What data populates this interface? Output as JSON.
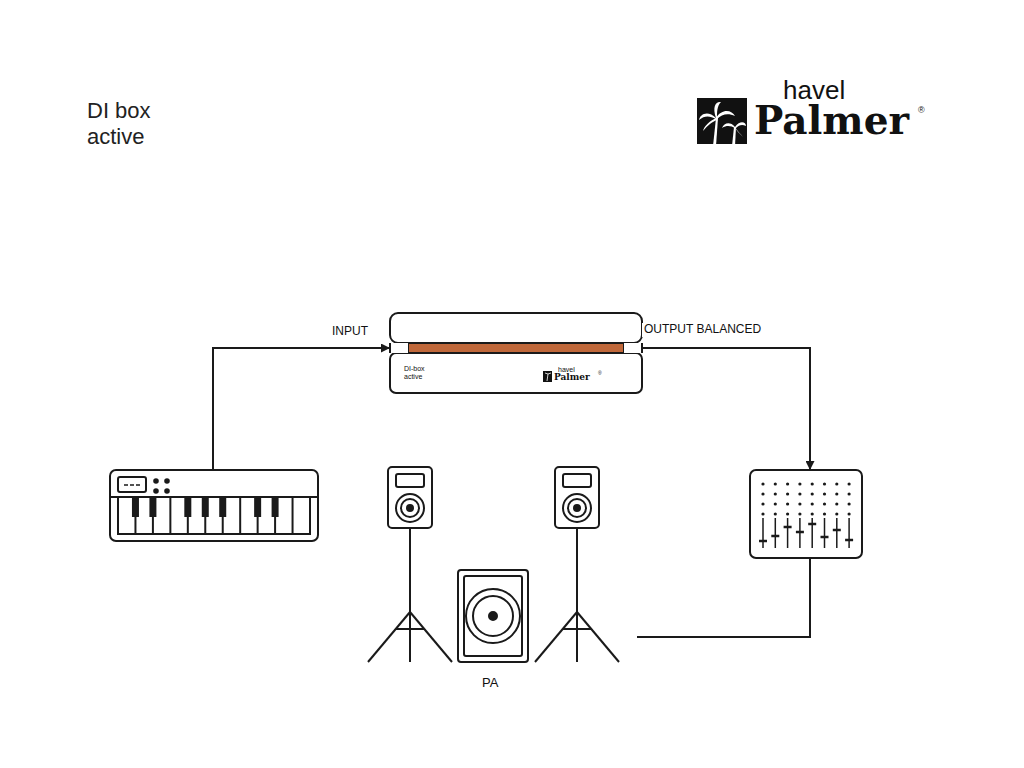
{
  "diagram": {
    "title": "DI box active",
    "nodes": [
      {
        "text": [
          "DI-box active",
          "havel",
          "Palmer",
          "®"
        ]
      },
      {
        "text": []
      },
      {
        "text": [
          "PA"
        ]
      },
      {
        "text": []
      }
    ],
    "edges": [
      {
        "from": 1,
        "to": 0,
        "arrow": "to",
        "label": "INPUT"
      },
      {
        "from": 0,
        "to": 3,
        "arrow": "to",
        "label": "OUTPUT BALANCED"
      },
      {
        "from": 3,
        "to": 2,
        "arrow": "none"
      }
    ],
    "labels": [
      "havel",
      "Palmer",
      "®"
    ]
  }
}
